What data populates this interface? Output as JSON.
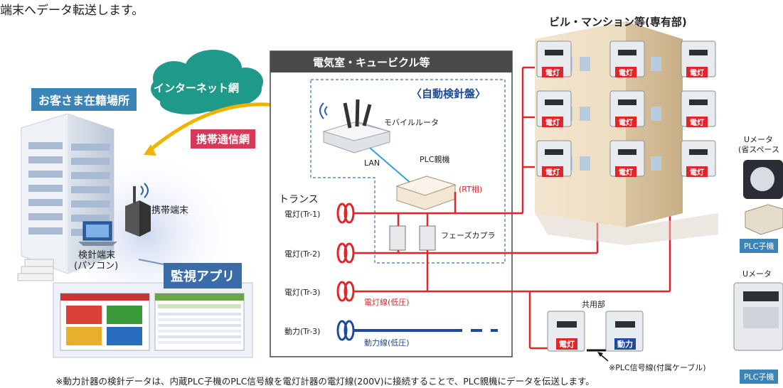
{
  "header": {
    "intro_fragment": "端末へデータ転送します。",
    "building_title": "ビル・マンション等(専有部)"
  },
  "customer": {
    "location_label": "お客さま在籍場所",
    "mobile_terminal": "携帯端末",
    "meter_terminal_line1": "検針端末",
    "meter_terminal_line2": "(パソコン)",
    "monitor_app": "監視アプリ"
  },
  "network": {
    "internet": "インターネット網",
    "mobile_network": "携帯通信網"
  },
  "electric_room": {
    "title": "電気室・キュービクル等",
    "panel_title": "〈自動検針盤〉",
    "mobile_router": "モバイルルータ",
    "lan": "LAN",
    "plc_parent": "PLC親機",
    "rt_phase": "(RT相)",
    "phase_coupler": "フェーズカプラ",
    "transformer": "トランス",
    "tr1": "電灯(Tr-1)",
    "tr2": "電灯(Tr-2)",
    "tr3_light": "電灯(Tr-3)",
    "tr3_power": "動力(Tr-3)",
    "light_line": "電灯線(低圧)",
    "power_line": "動力線(低圧)"
  },
  "meters": {
    "light_tag": "電灯",
    "power_tag": "動力",
    "common_area": "共用部",
    "plc_signal_note": "※PLC信号線(付属ケーブル)"
  },
  "side": {
    "u_meter_small_line1": "Uメータ",
    "u_meter_small_line2": "(省スペース",
    "plc_child": "PLC子機",
    "u_meter": "Uメータ"
  },
  "footnote": "※動力計器の検針データは、内蔵PLC子機のPLC信号線を電灯計器の電灯線(200V)に接続することで、PLC親機にデータを伝送します。",
  "colors": {
    "red": "#e0262b",
    "blue": "#1e4b9c",
    "teal_badge": "#3a84b8",
    "dark_header": "#4a4a4a",
    "cloud": "#1f9a8a",
    "mobile_badge": "#d63a5a",
    "arrow_yellow": "#f0b400"
  },
  "icons": [
    "wifi-icon",
    "router-icon",
    "plc-parent-icon",
    "phase-coupler-icon",
    "transformer-coil-icon",
    "laptop-icon",
    "building-icon",
    "electric-meter-icon"
  ]
}
